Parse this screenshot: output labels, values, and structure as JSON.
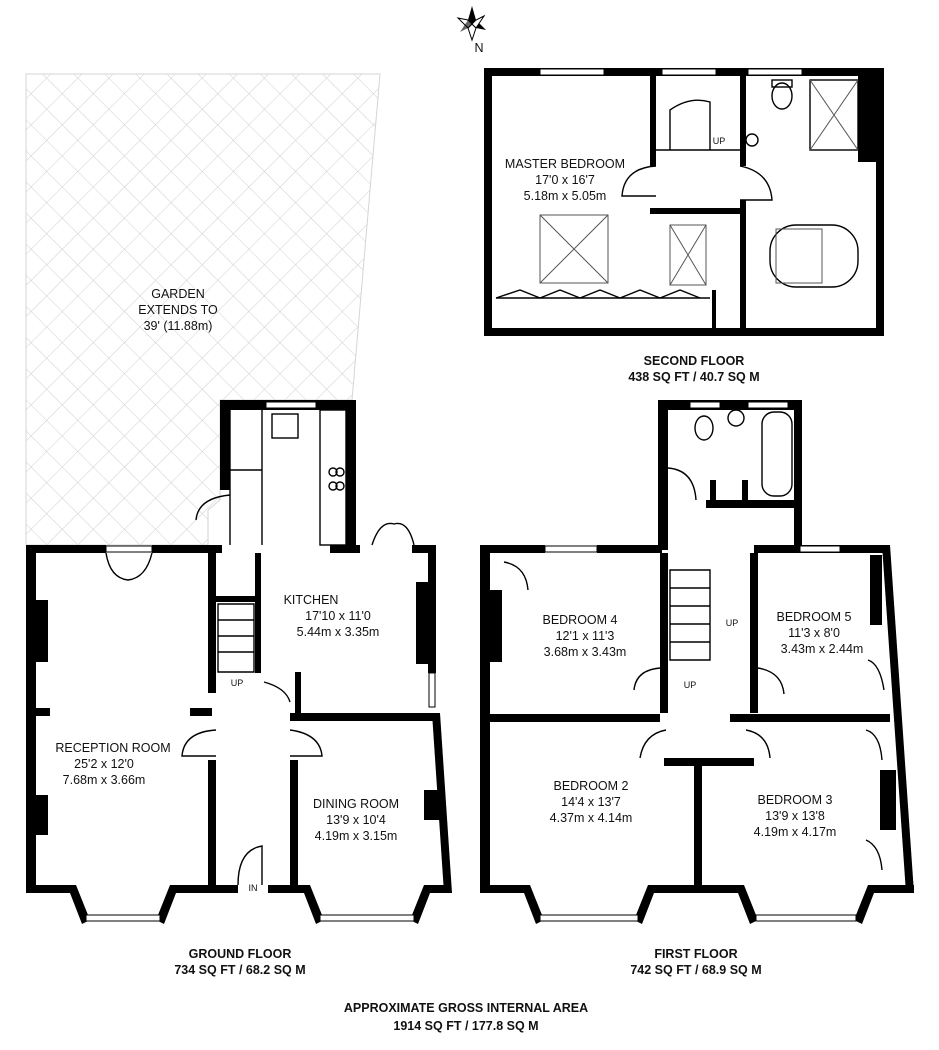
{
  "compass": {
    "label": "N"
  },
  "garden": {
    "line1": "GARDEN",
    "line2": "EXTENDS TO",
    "line3": "39' (11.88m)"
  },
  "rooms": {
    "master_bedroom": {
      "name": "MASTER BEDROOM",
      "imperial": "17'0 x 16'7",
      "metric": "5.18m x 5.05m"
    },
    "kitchen": {
      "name": "KITCHEN",
      "imperial": "17'10 x 11'0",
      "metric": "5.44m x 3.35m"
    },
    "reception_room": {
      "name": "RECEPTION ROOM",
      "imperial": "25'2 x 12'0",
      "metric": "7.68m x 3.66m"
    },
    "dining_room": {
      "name": "DINING ROOM",
      "imperial": "13'9 x 10'4",
      "metric": "4.19m x 3.15m"
    },
    "bedroom_4": {
      "name": "BEDROOM 4",
      "imperial": "12'1 x 11'3",
      "metric": "3.68m x 3.43m"
    },
    "bedroom_5": {
      "name": "BEDROOM 5",
      "imperial": "11'3 x 8'0",
      "metric": "3.43m x 2.44m"
    },
    "bedroom_2": {
      "name": "BEDROOM 2",
      "imperial": "14'4 x 13'7",
      "metric": "4.37m x 4.14m"
    },
    "bedroom_3": {
      "name": "BEDROOM 3",
      "imperial": "13'9 x 13'8",
      "metric": "4.19m x 4.17m"
    }
  },
  "labels": {
    "up": "UP",
    "in": "IN"
  },
  "floors": {
    "second": {
      "name": "SECOND FLOOR",
      "area": "438 SQ FT / 40.7 SQ M"
    },
    "ground": {
      "name": "GROUND FLOOR",
      "area": "734 SQ FT / 68.2 SQ M"
    },
    "first": {
      "name": "FIRST FLOOR",
      "area": "742 SQ FT / 68.9 SQ M"
    }
  },
  "total": {
    "line1": "APPROXIMATE GROSS INTERNAL AREA",
    "line2": "1914 SQ FT / 177.8 SQ M"
  }
}
